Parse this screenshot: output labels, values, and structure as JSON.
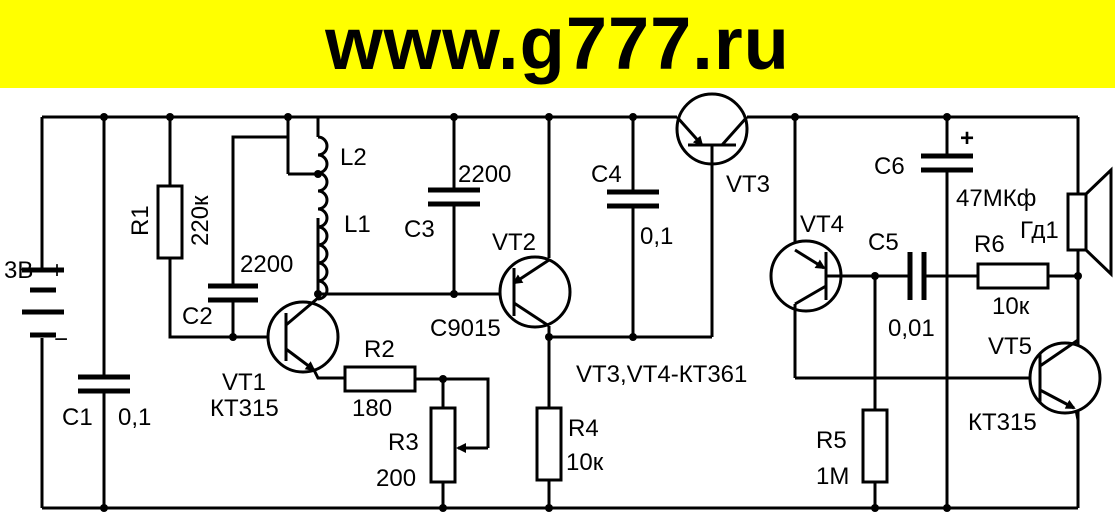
{
  "colors": {
    "banner_bg": "#ffff00",
    "banner_text": "#000000",
    "wire": "#000000",
    "background": "#ffffff"
  },
  "banner": {
    "text": "www.g777.ru"
  },
  "labels": {
    "battery": "3В",
    "battery_plus": "+",
    "battery_minus": "−",
    "c1": "C1",
    "c1_value": "0,1",
    "r1": "R1",
    "r1_value": "220к",
    "l2": "L2",
    "l1": "L1",
    "c2": "C2",
    "c2_value": "2200",
    "vt1": "VT1",
    "vt1_type": "КТ315",
    "r2": "R2",
    "r2_value": "180",
    "r3": "R3",
    "r3_value": "200",
    "c3": "C3",
    "c3_value": "2200",
    "vt2": "VT2",
    "vt2_type": "C9015",
    "r4": "R4",
    "r4_value": "10к",
    "c4": "C4",
    "c4_value": "0,1",
    "vt3": "VT3",
    "vt34_note": "VT3,VT4-КТ361",
    "vt4": "VT4",
    "c5": "C5",
    "c5_value": "0,01",
    "r5": "R5",
    "r5_value": "1М",
    "c6": "C6",
    "c6_plus": "+",
    "c6_value": "47МКф",
    "r6": "R6",
    "r6_value": "10к",
    "speaker": "Гд1",
    "vt5": "VT5",
    "vt5_type": "КТ315"
  }
}
